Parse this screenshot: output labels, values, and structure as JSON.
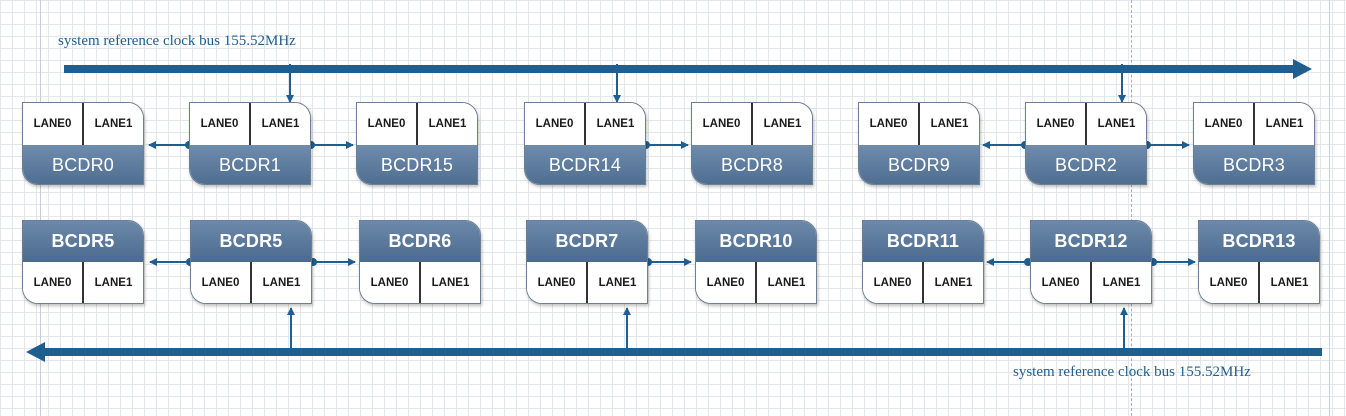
{
  "buses": {
    "top_label": "system reference clock bus 155.52MHz",
    "bottom_label": "system reference clock bus 155.52MHz"
  },
  "lane_labels": [
    "LANE0",
    "LANE1"
  ],
  "top_row": [
    "BCDR0",
    "BCDR1",
    "BCDR15",
    "BCDR14",
    "BCDR8",
    "BCDR9",
    "BCDR2",
    "BCDR3"
  ],
  "bottom_row": [
    "BCDR5",
    "BCDR5",
    "BCDR6",
    "BCDR7",
    "BCDR10",
    "BCDR11",
    "BCDR12",
    "BCDR13"
  ],
  "colors": {
    "bus": "#1f5f8f",
    "node_header": "#5a7799"
  }
}
